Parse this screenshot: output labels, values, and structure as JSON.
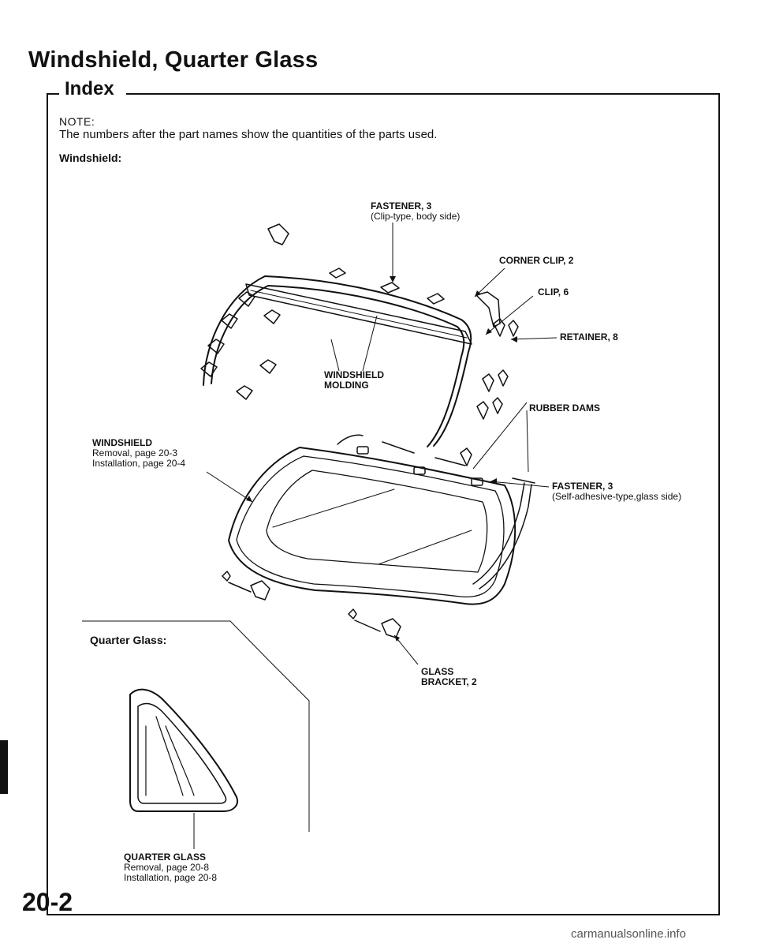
{
  "page": {
    "title": "Windshield, Quarter Glass",
    "section": "Index",
    "note_head": "NOTE:",
    "note_text": "The numbers after the part names show the quantities of the parts used.",
    "windshield_head": "Windshield:",
    "quarter_head": "Quarter Glass:",
    "page_number": "20-2",
    "watermark": "carmanualsonline.info"
  },
  "labels": {
    "fastener_clip": {
      "name": "FASTENER, 3",
      "detail": "(Clip-type, body side)"
    },
    "corner_clip": {
      "name": "CORNER CLIP, 2"
    },
    "clip": {
      "name": "CLIP, 6"
    },
    "retainer": {
      "name": "RETAINER, 8"
    },
    "molding": {
      "name": "WINDSHIELD",
      "name2": "MOLDING"
    },
    "rubber_dams": {
      "name": "RUBBER DAMS"
    },
    "windshield": {
      "name": "WINDSHIELD",
      "line1": "Removal, page 20-3",
      "line2": "Installation, page 20-4"
    },
    "fastener_glass": {
      "name": "FASTENER, 3",
      "detail": "(Self-adhesive-type,glass side)"
    },
    "glass_bracket": {
      "name": "GLASS",
      "name2": "BRACKET, 2"
    },
    "quarter_glass": {
      "name": "QUARTER GLASS",
      "line1": "Removal, page 20-8",
      "line2": "Installation, page 20-8"
    }
  }
}
